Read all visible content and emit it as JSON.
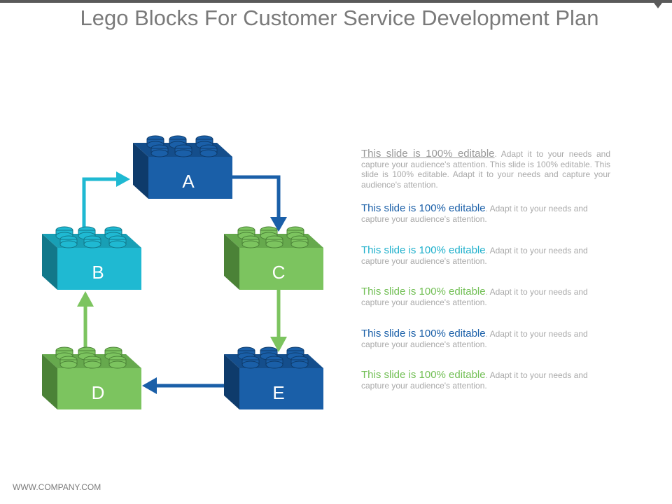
{
  "slide": {
    "title": "Lego Blocks For Customer Service Development Plan",
    "footer": "WWW.COMPANY.COM"
  },
  "colors": {
    "dark_blue": "#1a5fa8",
    "cyan": "#1fb9d2",
    "green": "#7cc45f",
    "text_gray": "#a9a9a9"
  },
  "blocks": [
    {
      "label": "A",
      "color": "#1a5fa8"
    },
    {
      "label": "B",
      "color": "#1fb9d2"
    },
    {
      "label": "C",
      "color": "#7cc45f"
    },
    {
      "label": "D",
      "color": "#7cc45f"
    },
    {
      "label": "E",
      "color": "#1a5fa8"
    }
  ],
  "paragraphs": [
    {
      "head": "This slide is 100% editable",
      "body": ". Adapt it to your needs and capture your audience's attention. This slide is 100% editable. This slide is 100% editable. Adapt it to your needs and capture your audience's attention."
    },
    {
      "head": "This slide is 100% editable",
      "body": ". Adapt it to your needs and capture your audience's attention.",
      "color": "#1a5fa8"
    },
    {
      "head": "This slide is 100% editable",
      "body": ". Adapt it to your needs and capture your audience's attention.",
      "color": "#1fb0cc"
    },
    {
      "head": "This slide is 100% editable",
      "body": ". Adapt it to your needs and capture your audience's attention.",
      "color": "#72bf55"
    },
    {
      "head": "This slide is 100% editable",
      "body": ". Adapt it to your needs and capture your audience's attention.",
      "color": "#1a5fa8"
    },
    {
      "head": "This slide is 100% editable",
      "body": ". Adapt it to your needs and capture your audience's attention.",
      "color": "#72bf55"
    }
  ]
}
